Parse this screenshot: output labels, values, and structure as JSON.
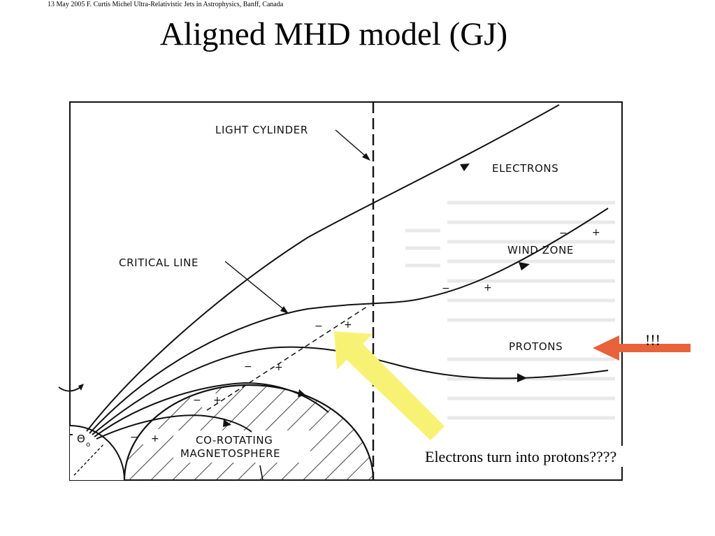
{
  "header": {
    "note": "13 May 2005 F. Curtis Michel Ultra-Relativistic Jets in Astrophysics, Banff, Canada",
    "title": "Aligned MHD model (GJ)"
  },
  "diagram": {
    "labels": {
      "light_cylinder": "LIGHT CYLINDER",
      "electrons": "ELECTRONS",
      "critical_line": "CRITICAL LINE",
      "wind_zone": "WIND ZONE",
      "protons": "PROTONS",
      "corotating_line1": "CO-ROTATING",
      "corotating_line2": "MAGNETOSPHERE",
      "theta": "Θ",
      "theta_sub": "o"
    },
    "signs": {
      "minus": "−",
      "plus": "+"
    },
    "annotations": {
      "exclaim": "!!!",
      "caption": "Electrons turn into protons????"
    },
    "colors": {
      "yellow_arrow": "#f7f274",
      "red_arrow": "#e8623b",
      "ink": "#111111"
    }
  }
}
